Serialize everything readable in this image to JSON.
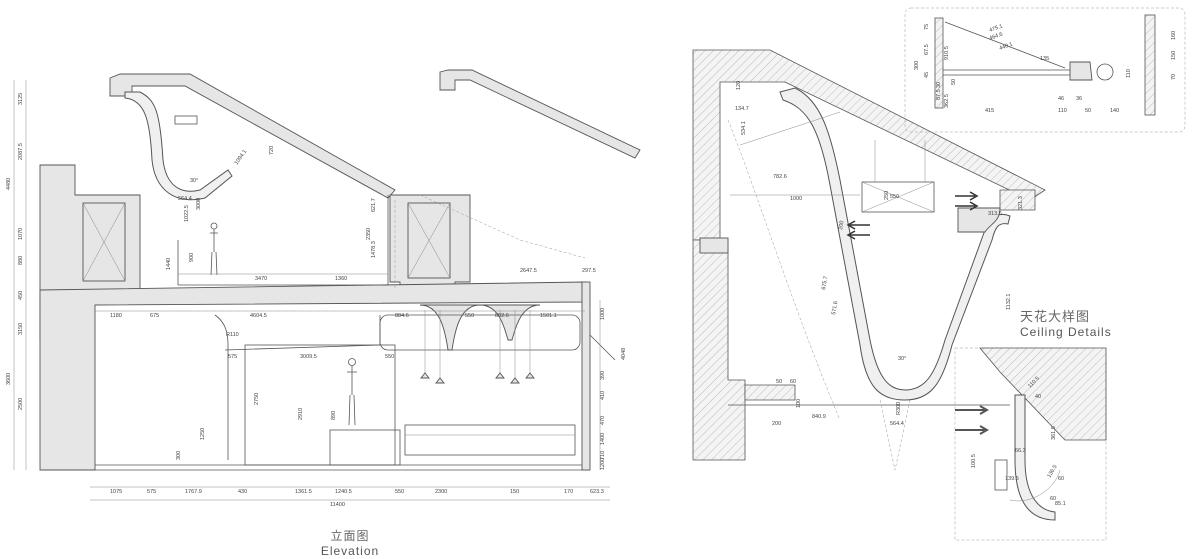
{
  "elevation": {
    "title_cn": "立面图",
    "title_en": "Elevation",
    "dims_bottom": [
      "1075",
      "575",
      "1767.9",
      "430",
      "1361.5",
      "1240.5",
      "550",
      "2300",
      "150",
      "170",
      "623.3"
    ],
    "dims_total": "11400",
    "dims_mid": [
      "1180",
      "675",
      "4604.5",
      "884.6",
      "550",
      "802.6",
      "1501.1"
    ],
    "dims_upper": [
      "3470",
      "1360",
      "2647.5",
      "297.5"
    ],
    "dims_left": [
      "3125",
      "2087.5",
      "4480",
      "1070",
      "880",
      "450",
      "3150",
      "3600",
      "2500"
    ],
    "dims_inner": [
      "3009.5",
      "575",
      "550",
      "R110",
      "2750",
      "2910",
      "1250",
      "890",
      "300",
      "1440",
      "1022.5",
      "900",
      "621.7",
      "2350",
      "1478.3",
      "720",
      "1094.1",
      "564.4",
      "30°",
      "3000"
    ],
    "dims_right": [
      "1000",
      "4048",
      "390",
      "410",
      "470",
      "1400",
      "710",
      "1200"
    ]
  },
  "ceiling": {
    "title_cn": "天花大样图",
    "title_en": "Ceiling Details",
    "dims_main": [
      "120",
      "134.7",
      "534.1",
      "782.6",
      "1000",
      "250",
      "550",
      "313.5",
      "321.3",
      "1132.1",
      "675.7",
      "571.6",
      "200",
      "30°",
      "840.9",
      "564.4",
      "R300",
      "200",
      "50",
      "60",
      "100"
    ],
    "dims_topdetail": [
      "475.1",
      "464.6",
      "440.1",
      "135",
      "415",
      "110",
      "50",
      "140",
      "46",
      "36",
      "300",
      "75",
      "67.5",
      "45",
      "30",
      "87.5",
      "50",
      "910.5",
      "362.5",
      "160",
      "150",
      "70",
      "110"
    ],
    "dims_detail": [
      "100.5",
      "66.3",
      "139.5",
      "136.5",
      "110.5",
      "361.5",
      "60",
      "85.1",
      "60",
      "40"
    ]
  }
}
